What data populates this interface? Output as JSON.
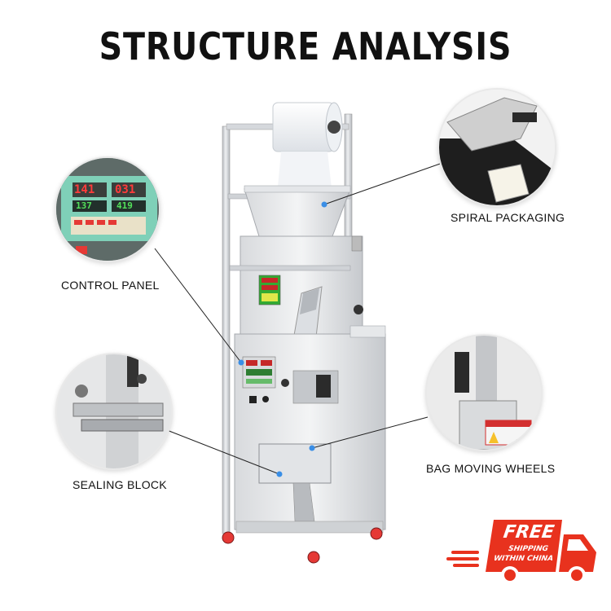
{
  "header": {
    "title": "STRUCTURE ANALYSIS"
  },
  "callouts": {
    "spiral_packaging": "SPIRAL PACKAGING",
    "control_panel": "CONTROL PANEL",
    "sealing_block": "SEALING BLOCK",
    "bag_moving_wheels": "BAG MOVING WHEELS"
  },
  "control_display": {
    "top_left": "141",
    "top_right": "031",
    "bottom_left": "137",
    "bottom_right": "419"
  },
  "badge": {
    "headline": "FREE",
    "line1": "SHIPPING",
    "line2": "WITHIN CHINA"
  },
  "colors": {
    "accent_red": "#e8321e",
    "pointer_dot": "#3a8ee6",
    "steel": "#c9ccd0"
  }
}
